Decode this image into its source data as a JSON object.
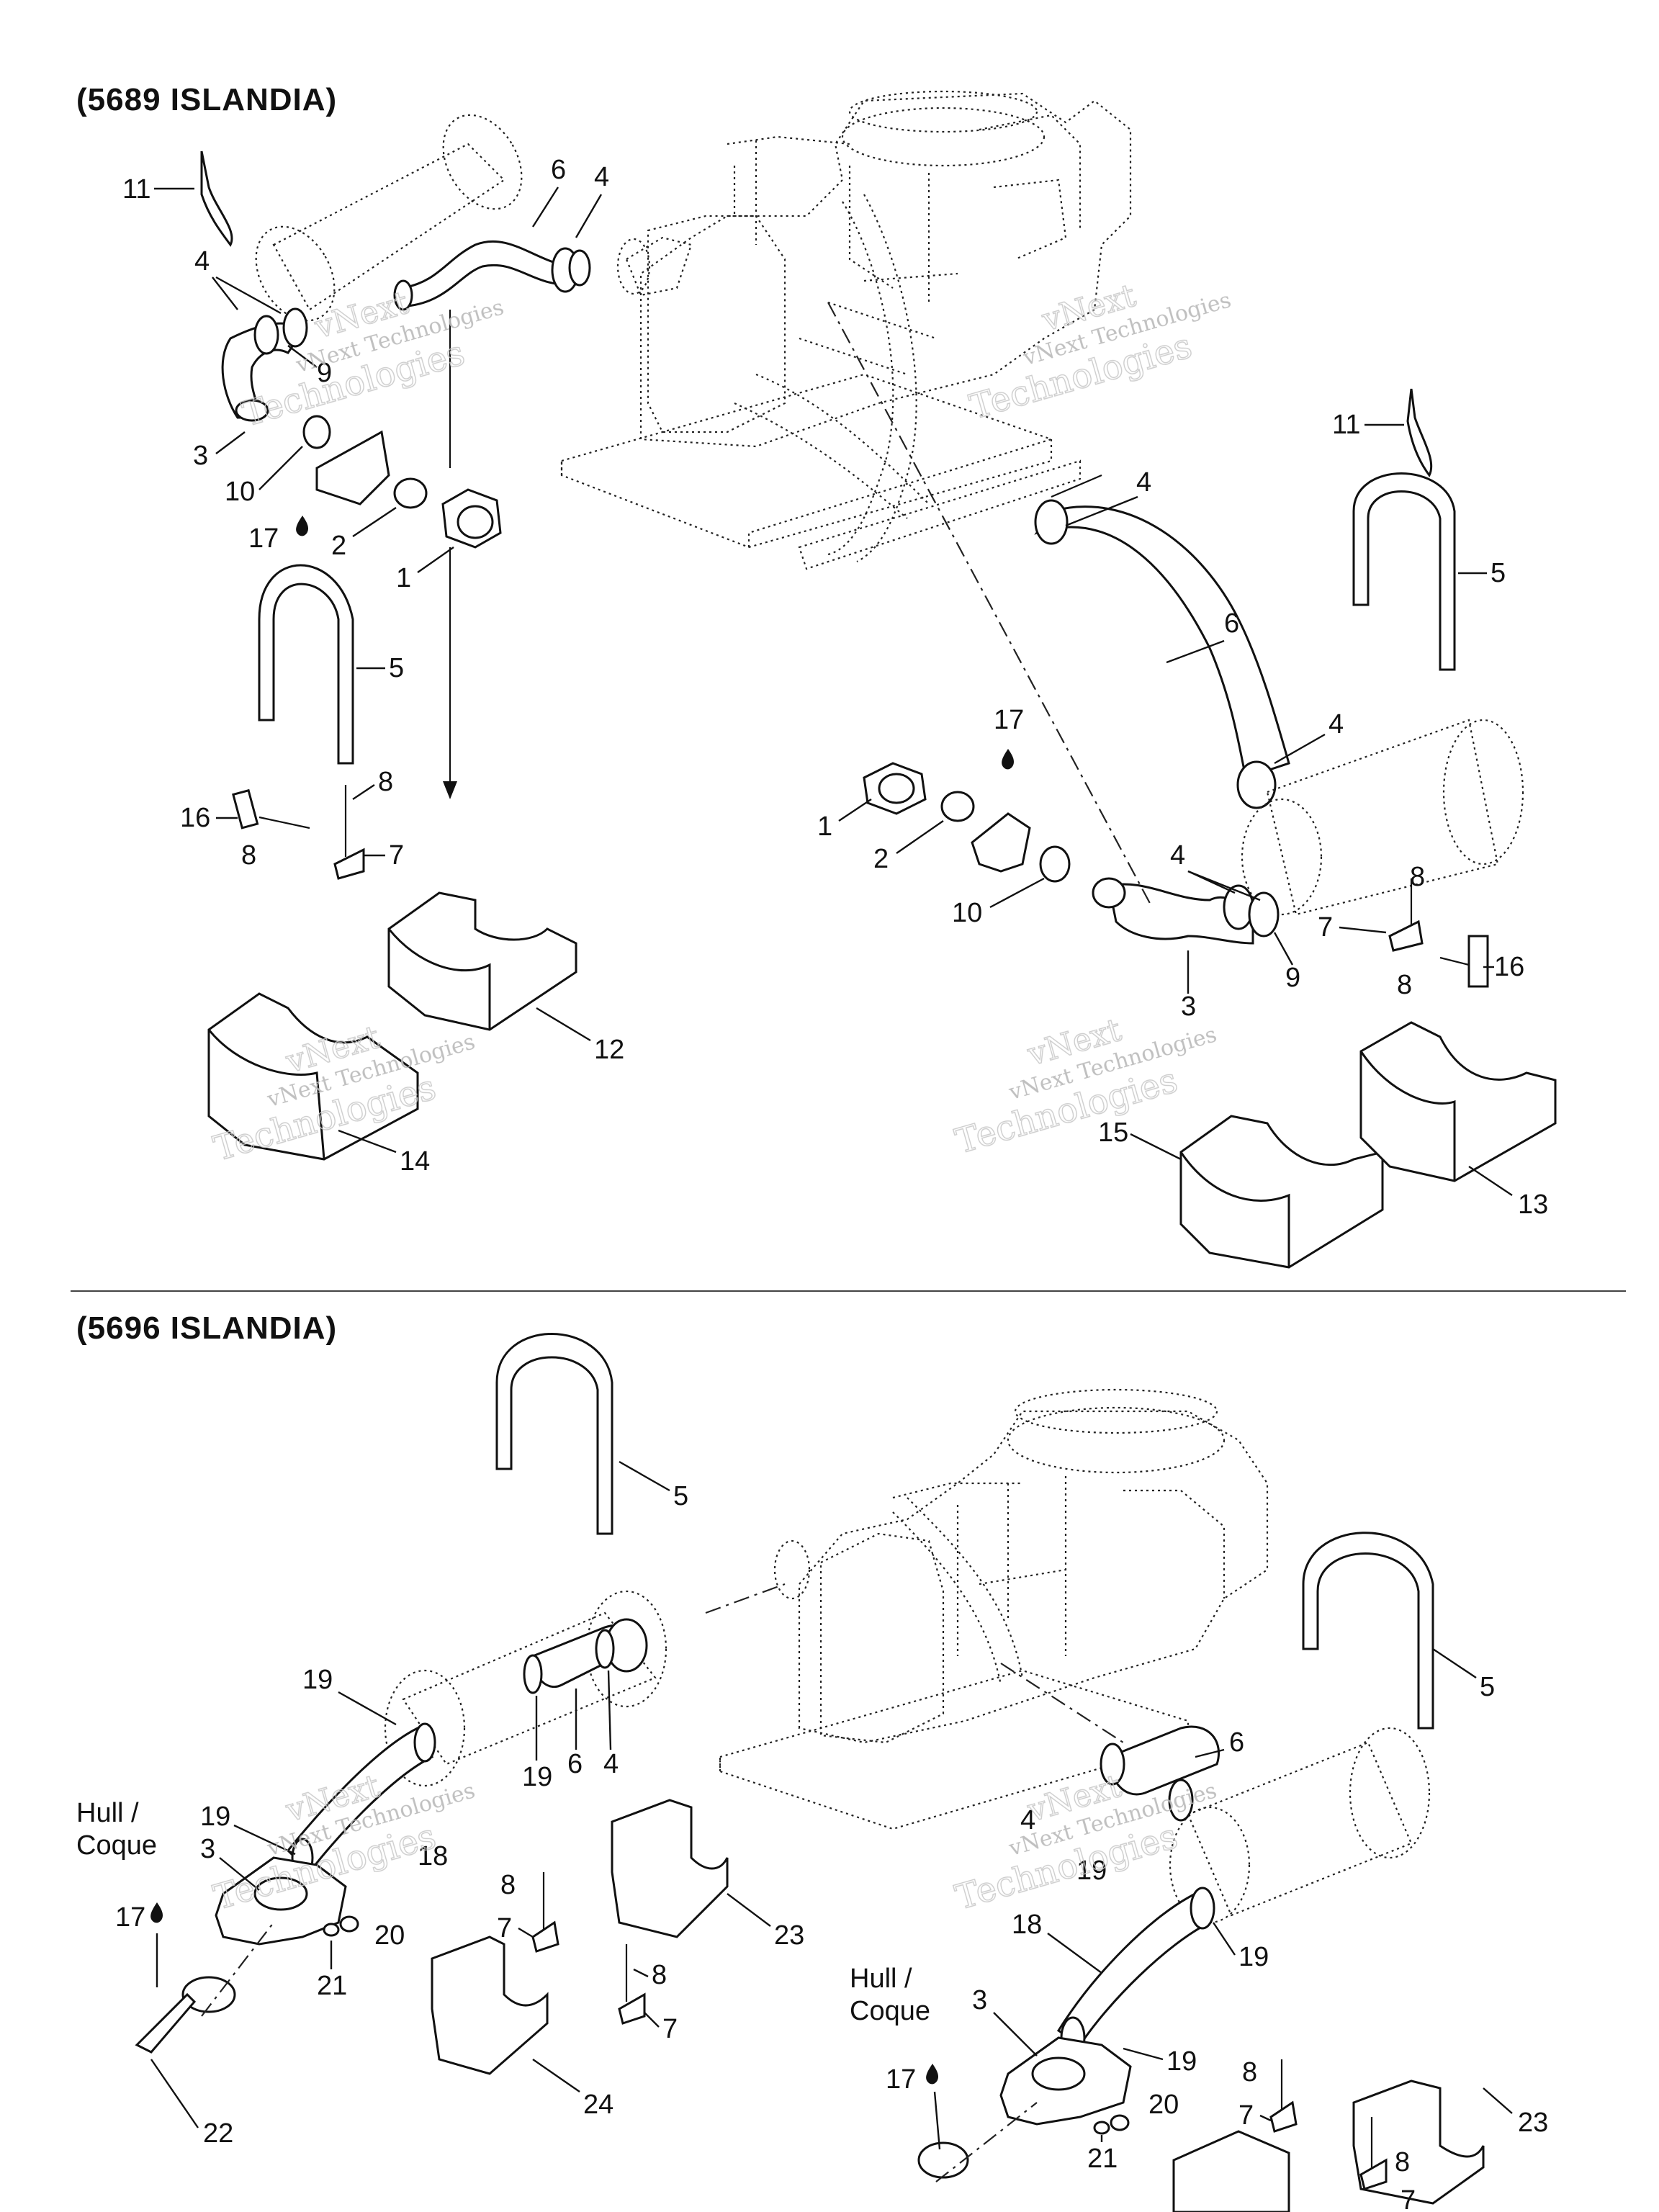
{
  "sections": [
    {
      "title": "(5689 ISLANDIA)"
    },
    {
      "title": "(5696 ISLANDIA)"
    }
  ],
  "watermark": {
    "line1": "vNext",
    "line2": "vNext Technologies",
    "line3": "Technologies"
  },
  "callouts_top": [
    "11",
    "6",
    "4",
    "4",
    "9",
    "3",
    "10",
    "17",
    "2",
    "1",
    "5",
    "16",
    "8",
    "8",
    "7",
    "12",
    "14",
    "11",
    "4",
    "5",
    "6",
    "17",
    "4",
    "1",
    "2",
    "4",
    "10",
    "3",
    "9",
    "8",
    "7",
    "8",
    "16",
    "15",
    "13"
  ],
  "callouts_bottom": [
    "5",
    "19",
    "19",
    "6",
    "4",
    "19",
    "Hull /",
    "Coque",
    "3",
    "18",
    "17",
    "20",
    "21",
    "22",
    "8",
    "7",
    "8",
    "7",
    "23",
    "24",
    "5",
    "6",
    "4",
    "19",
    "18",
    "19",
    "Hull /",
    "Coque",
    "3",
    "19",
    "17",
    "20",
    "21",
    "8",
    "7",
    "8",
    "7",
    "23"
  ]
}
